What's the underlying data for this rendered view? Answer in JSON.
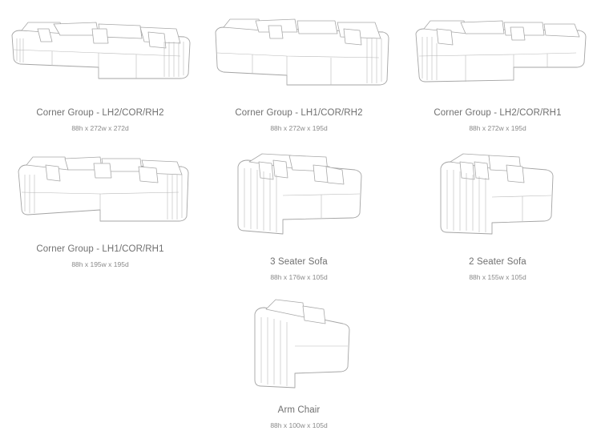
{
  "products": [
    {
      "name": "Corner Group - LH2/COR/RH2",
      "dimensions": "88h x 272w x 272d",
      "illustration": "corner-sofa-drawing"
    },
    {
      "name": "Corner Group - LH1/COR/RH2",
      "dimensions": "88h x 272w x 195d",
      "illustration": "corner-sofa-drawing"
    },
    {
      "name": "Corner Group - LH2/COR/RH1",
      "dimensions": "88h x 272w x 195d",
      "illustration": "corner-sofa-drawing"
    },
    {
      "name": "Corner Group - LH1/COR/RH1",
      "dimensions": "88h x 195w x 195d",
      "illustration": "corner-sofa-drawing"
    },
    {
      "name": "3 Seater Sofa",
      "dimensions": "88h x 176w x 105d",
      "illustration": "sofa-drawing"
    },
    {
      "name": "2 Seater Sofa",
      "dimensions": "88h x 155w x 105d",
      "illustration": "sofa-drawing"
    },
    {
      "name": "Arm Chair",
      "dimensions": "88h x 100w x 105d",
      "illustration": "armchair-drawing"
    }
  ]
}
